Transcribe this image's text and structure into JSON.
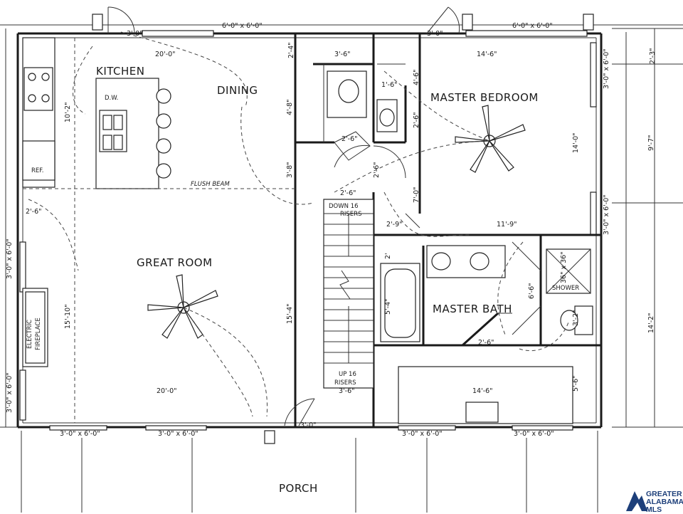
{
  "rooms": {
    "kitchen": "KITCHEN",
    "dining": "DINING",
    "master_bedroom": "MASTER BEDROOM",
    "great_room": "GREAT ROOM",
    "master_bath": "MASTER BATH",
    "porch": "PORCH"
  },
  "fixtures": {
    "dw": "D.W.",
    "ref": "REF.",
    "fireplace": [
      "ELECTRIC",
      "FIREPLACE"
    ],
    "shower": "SHOWER",
    "flush_beam": "FLUSH BEAM",
    "stairs_down": [
      "DOWN 16",
      "RISERS"
    ],
    "stairs_up": [
      "UP 16",
      "RISERS"
    ]
  },
  "dimensions": {
    "win_top_left": "6'-0\" x 6'-0\"",
    "win_top_right": "6'-0\" x 6'-0\"",
    "door_top_left": "3'-0\"",
    "door_top_right": "3'-0\"",
    "kitchen_width": "20'-0\"",
    "upper_2_4": "2'-4\"",
    "closet_3_6": "3'-6\"",
    "bed_14_6": "14'-6\"",
    "right_2_3": "2'-3\"",
    "right_win_1": "3'-0\" x 6'-0\"",
    "kitchen_depth": "10'-2\"",
    "closet_4_8": "4'-8\"",
    "wc_4_6": "4'-6\"",
    "wc_1_6": "1'-6\"",
    "wc_2_6": "2'-6\"",
    "bed_depth": "14'-0\"",
    "right_9_7": "9'-7\"",
    "hall_2_6": "2'-6\"",
    "hall_3_8": "3'-8\"",
    "door_2_6": "2'-6\"",
    "hall_7_0": "7'-0\"",
    "right_win_2": "3'-0\" x 6'-0\"",
    "great_2_6": "2'-6\"",
    "bath_2_9": "2'-9\"",
    "bath_11_9": "11'-9\"",
    "left_win_1": "3'-0\" x 6'-0\"",
    "tub_2": "2'",
    "shower_size": "36\" x 36\"",
    "tub_5_4": "5'-4\"",
    "great_15_10": "15'-10\"",
    "great_15_4": "15'-4\"",
    "bath_6_6": "6'-6\"",
    "bath_3_2": "3'-2\"",
    "right_14_2": "14'-2\"",
    "bath_2_6": "2'-6\"",
    "great_width": "20'-0\"",
    "stair_3_6": "3'-6\"",
    "closet_14_6": "14'-6\"",
    "closet_5_6": "5'-6\"",
    "left_win_2": "3'-0\" x 6'-0\"",
    "bot_win_1": "3'-0\" x 6'-0\"",
    "bot_win_2": "3'-0\" x 6'-0\"",
    "front_door": "3'-0\"",
    "bot_win_3": "3'-0\" x 6'-0\"",
    "bot_win_4": "3'-0\" x 6'-0\""
  },
  "watermark": {
    "line1": "GREATER",
    "line2": "ALABAMA",
    "line3": "MLS"
  }
}
